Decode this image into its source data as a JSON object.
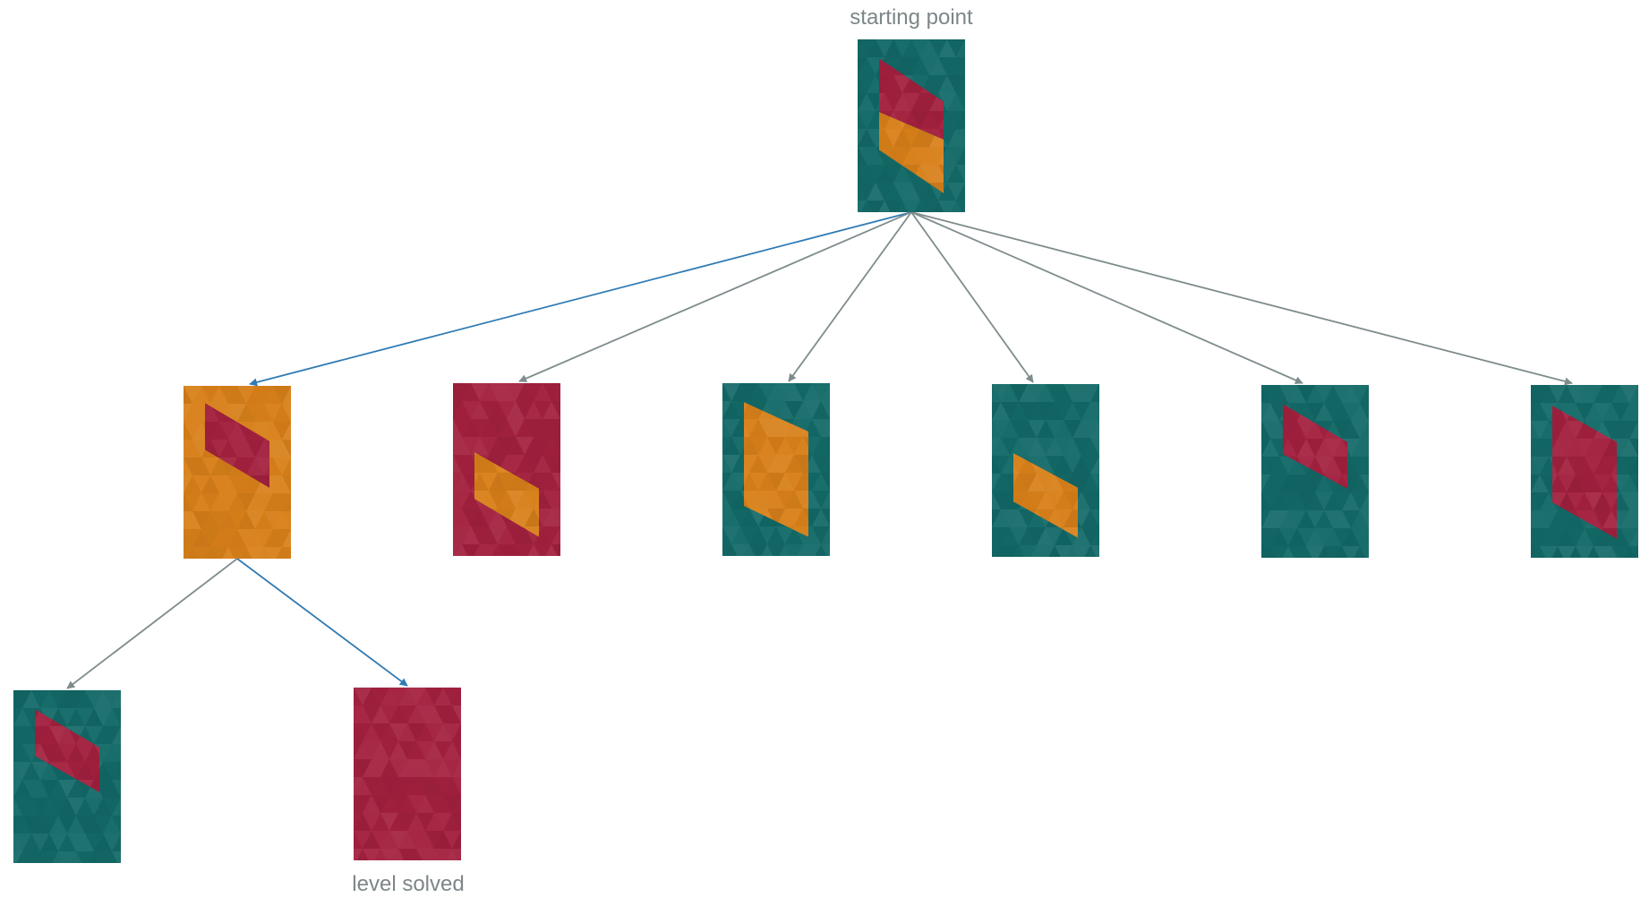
{
  "colors": {
    "teal": "#136a68",
    "crimson": "#a3213f",
    "orange": "#d8801a",
    "edge_default": "#7f8c8d",
    "edge_solution": "#2e7ab4",
    "label": "#7d8688"
  },
  "labels": {
    "start": "starting point",
    "solved": "level solved"
  },
  "nodes": [
    {
      "id": "root",
      "background": "teal",
      "shapes": [
        {
          "kind": "upper-band",
          "color": "crimson"
        },
        {
          "kind": "lower-band",
          "color": "orange"
        }
      ],
      "label": "start"
    },
    {
      "id": "c1",
      "background": "orange",
      "shapes": [
        {
          "kind": "wide-top",
          "color": "crimson"
        }
      ]
    },
    {
      "id": "c2",
      "background": "crimson",
      "shapes": [
        {
          "kind": "wide-bottom",
          "color": "orange"
        }
      ]
    },
    {
      "id": "c3",
      "background": "teal",
      "shapes": [
        {
          "kind": "tall",
          "color": "orange"
        }
      ]
    },
    {
      "id": "c4",
      "background": "teal",
      "shapes": [
        {
          "kind": "small-bottom",
          "color": "orange"
        }
      ]
    },
    {
      "id": "c5",
      "background": "teal",
      "shapes": [
        {
          "kind": "small-top",
          "color": "crimson"
        }
      ]
    },
    {
      "id": "c6",
      "background": "teal",
      "shapes": [
        {
          "kind": "tall-wide",
          "color": "crimson"
        }
      ]
    },
    {
      "id": "g1",
      "background": "teal",
      "shapes": [
        {
          "kind": "wide-mid",
          "color": "crimson"
        }
      ]
    },
    {
      "id": "g2",
      "background": "crimson",
      "shapes": [],
      "label": "solved"
    }
  ],
  "edges": [
    {
      "from": "root",
      "to": "c1",
      "solution": true
    },
    {
      "from": "root",
      "to": "c2",
      "solution": false
    },
    {
      "from": "root",
      "to": "c3",
      "solution": false
    },
    {
      "from": "root",
      "to": "c4",
      "solution": false
    },
    {
      "from": "root",
      "to": "c5",
      "solution": false
    },
    {
      "from": "root",
      "to": "c6",
      "solution": false
    },
    {
      "from": "c1",
      "to": "g1",
      "solution": false
    },
    {
      "from": "c1",
      "to": "g2",
      "solution": true
    }
  ]
}
